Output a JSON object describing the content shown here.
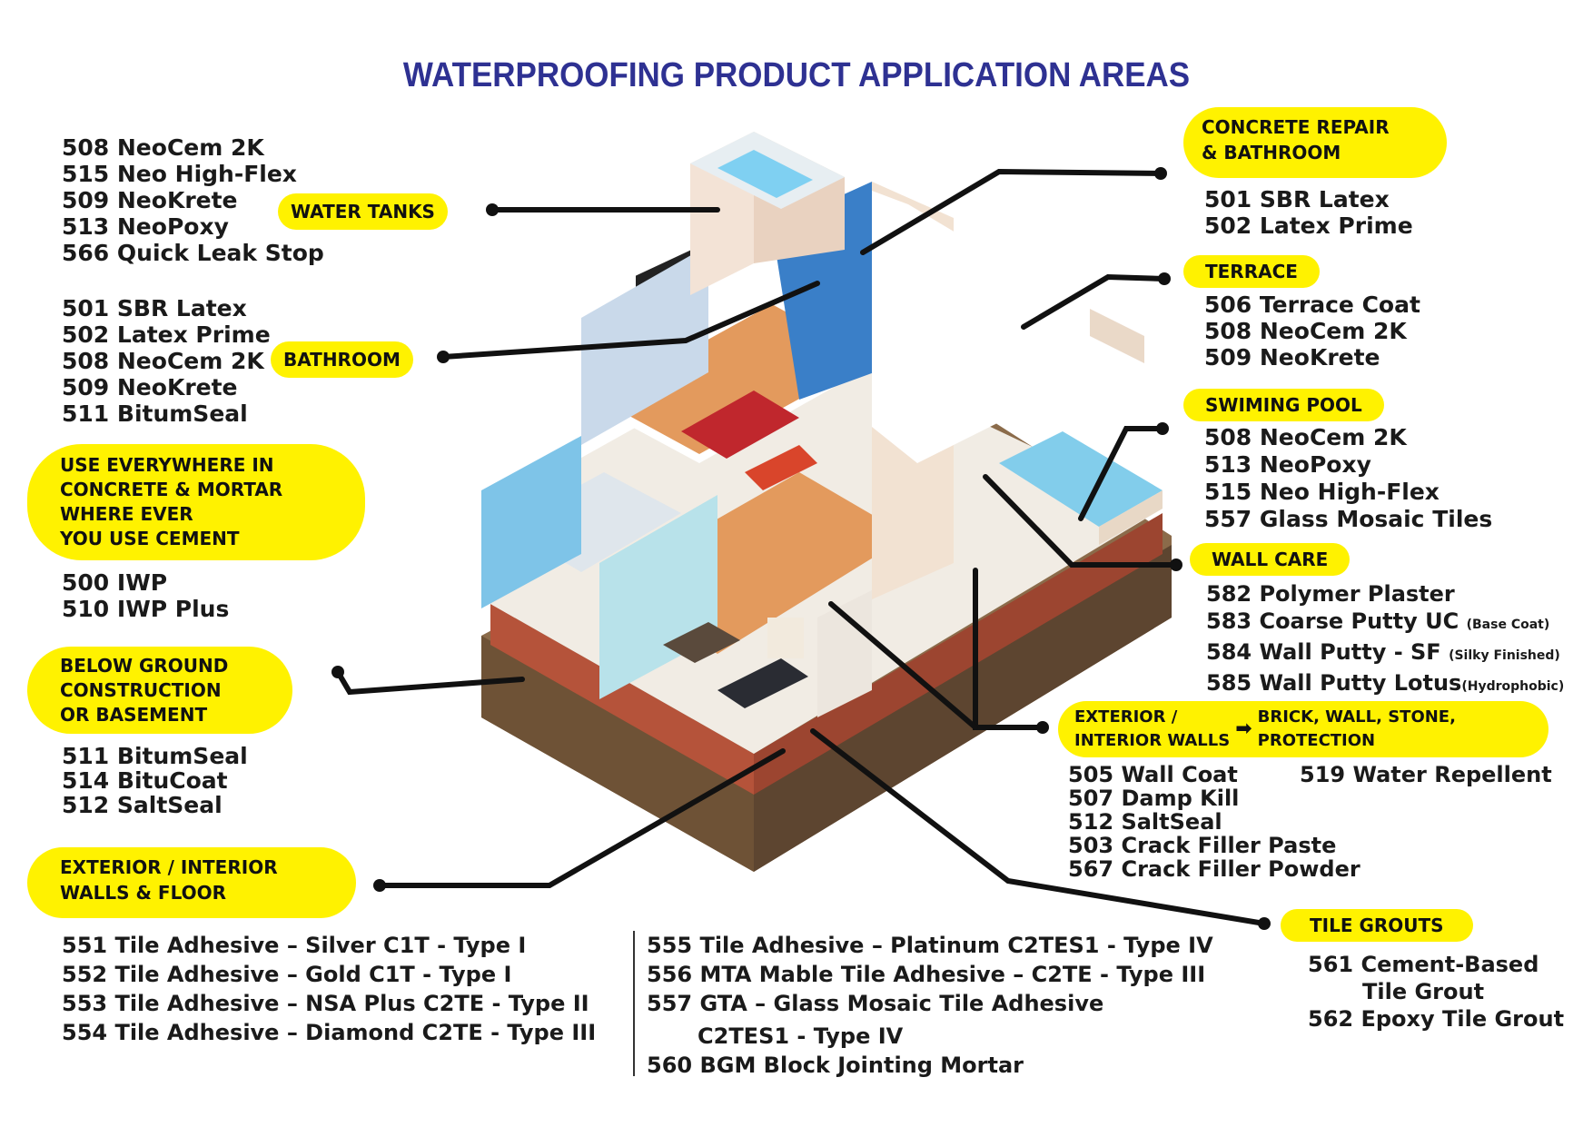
{
  "title": "WATERPROOFING PRODUCT APPLICATION AREAS",
  "colors": {
    "title": "#2e3192",
    "label_bg": "#fff200",
    "text": "#1a1a1a"
  },
  "areas": {
    "water_tanks": {
      "label": "WATER TANKS",
      "products": [
        "508 NeoCem 2K",
        "515 Neo High-Flex",
        "509 NeoKrete",
        "513 NeoPoxy",
        "566 Quick Leak Stop"
      ]
    },
    "bathroom": {
      "label": "BATHROOM",
      "products": [
        "501 SBR Latex",
        "502 Latex Prime",
        "508 NeoCem 2K",
        "509 NeoKrete",
        "511 BitumSeal"
      ]
    },
    "everywhere": {
      "label_lines": [
        "USE EVERYWHERE IN",
        "CONCRETE & MORTAR",
        "WHERE EVER",
        "YOU USE CEMENT"
      ],
      "products": [
        "500 IWP",
        "510 IWP Plus"
      ]
    },
    "below_ground": {
      "label_lines": [
        "BELOW GROUND",
        "CONSTRUCTION",
        "OR BASEMENT"
      ],
      "products": [
        "511 BitumSeal",
        "514 BituCoat",
        "512 SaltSeal"
      ]
    },
    "walls_floor": {
      "label_lines": [
        "EXTERIOR / INTERIOR",
        "WALLS & FLOOR"
      ],
      "products_left": [
        "551 Tile Adhesive – Silver C1T - Type I",
        "552 Tile Adhesive – Gold  C1T - Type I",
        "553 Tile Adhesive – NSA Plus C2TE - Type II",
        "554 Tile Adhesive – Diamond C2TE - Type III"
      ],
      "products_right": [
        "555 Tile Adhesive – Platinum C2TES1 - Type IV",
        "556 MTA Mable Tile Adhesive – C2TE - Type III",
        "557 GTA – Glass Mosaic Tile Adhesive",
        "C2TES1 - Type IV",
        "560 BGM Block Jointing Mortar"
      ]
    },
    "concrete_repair": {
      "label_lines": [
        "CONCRETE REPAIR",
        "& BATHROOM"
      ],
      "products": [
        "501 SBR Latex",
        "502 Latex Prime"
      ]
    },
    "terrace": {
      "label": "TERRACE",
      "products": [
        "506 Terrace Coat",
        "508 NeoCem 2K",
        "509 NeoKrete"
      ]
    },
    "pool": {
      "label": "SWIMING POOL",
      "products": [
        "508 NeoCem 2K",
        "513 NeoPoxy",
        "515 Neo High-Flex",
        "557 Glass Mosaic Tiles"
      ]
    },
    "wall_care": {
      "label": "WALL CARE",
      "products": [
        {
          "name": "582 Polymer Plaster",
          "note": ""
        },
        {
          "name": "583 Coarse Putty UC",
          "note": "(Base Coat)"
        },
        {
          "name": "584 Wall Putty - SF",
          "note": "(Silky Finished)"
        },
        {
          "name": "585 Wall Putty Lotus",
          "note": "(Hydrophobic)"
        }
      ]
    },
    "ext_int_walls": {
      "label_left": [
        "EXTERIOR /",
        "INTERIOR WALLS"
      ],
      "arrow": "➡",
      "label_right": [
        "BRICK, WALL, STONE,",
        "PROTECTION"
      ],
      "products_left": [
        "505 Wall Coat",
        "507 Damp Kill",
        "512 SaltSeal",
        "503 Crack Filler Paste",
        "567 Crack Filler Powder"
      ],
      "products_right": [
        "519 Water Repellent"
      ]
    },
    "tile_grouts": {
      "label": "TILE GROUTS",
      "products": [
        "561 Cement-Based",
        "Tile Grout",
        "562 Epoxy Tile Grout"
      ]
    }
  }
}
